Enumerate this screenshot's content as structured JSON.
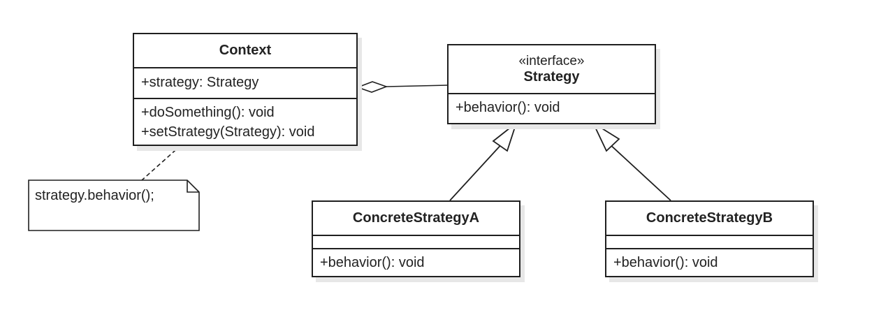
{
  "classes": {
    "context": {
      "name": "Context",
      "attributes": [
        "+strategy: Strategy"
      ],
      "operations": [
        "+doSomething(): void",
        "+setStrategy(Strategy): void"
      ]
    },
    "strategy": {
      "stereotype": "«interface»",
      "name": "Strategy",
      "operations": [
        "+behavior(): void"
      ]
    },
    "concrete_a": {
      "name": "ConcreteStrategyA",
      "operations": [
        "+behavior(): void"
      ]
    },
    "concrete_b": {
      "name": "ConcreteStrategyB",
      "operations": [
        "+behavior(): void"
      ]
    }
  },
  "note": {
    "text": "strategy.behavior();"
  },
  "relationships": [
    {
      "type": "aggregation",
      "from": "Context",
      "to": "Strategy"
    },
    {
      "type": "realization",
      "from": "ConcreteStrategyA",
      "to": "Strategy"
    },
    {
      "type": "realization",
      "from": "ConcreteStrategyB",
      "to": "Strategy"
    },
    {
      "type": "note-link",
      "from": "note",
      "to": "Context"
    }
  ],
  "colors": {
    "line": "#1f1f1f",
    "shadow": "#e7e7e7",
    "background": "#ffffff"
  }
}
